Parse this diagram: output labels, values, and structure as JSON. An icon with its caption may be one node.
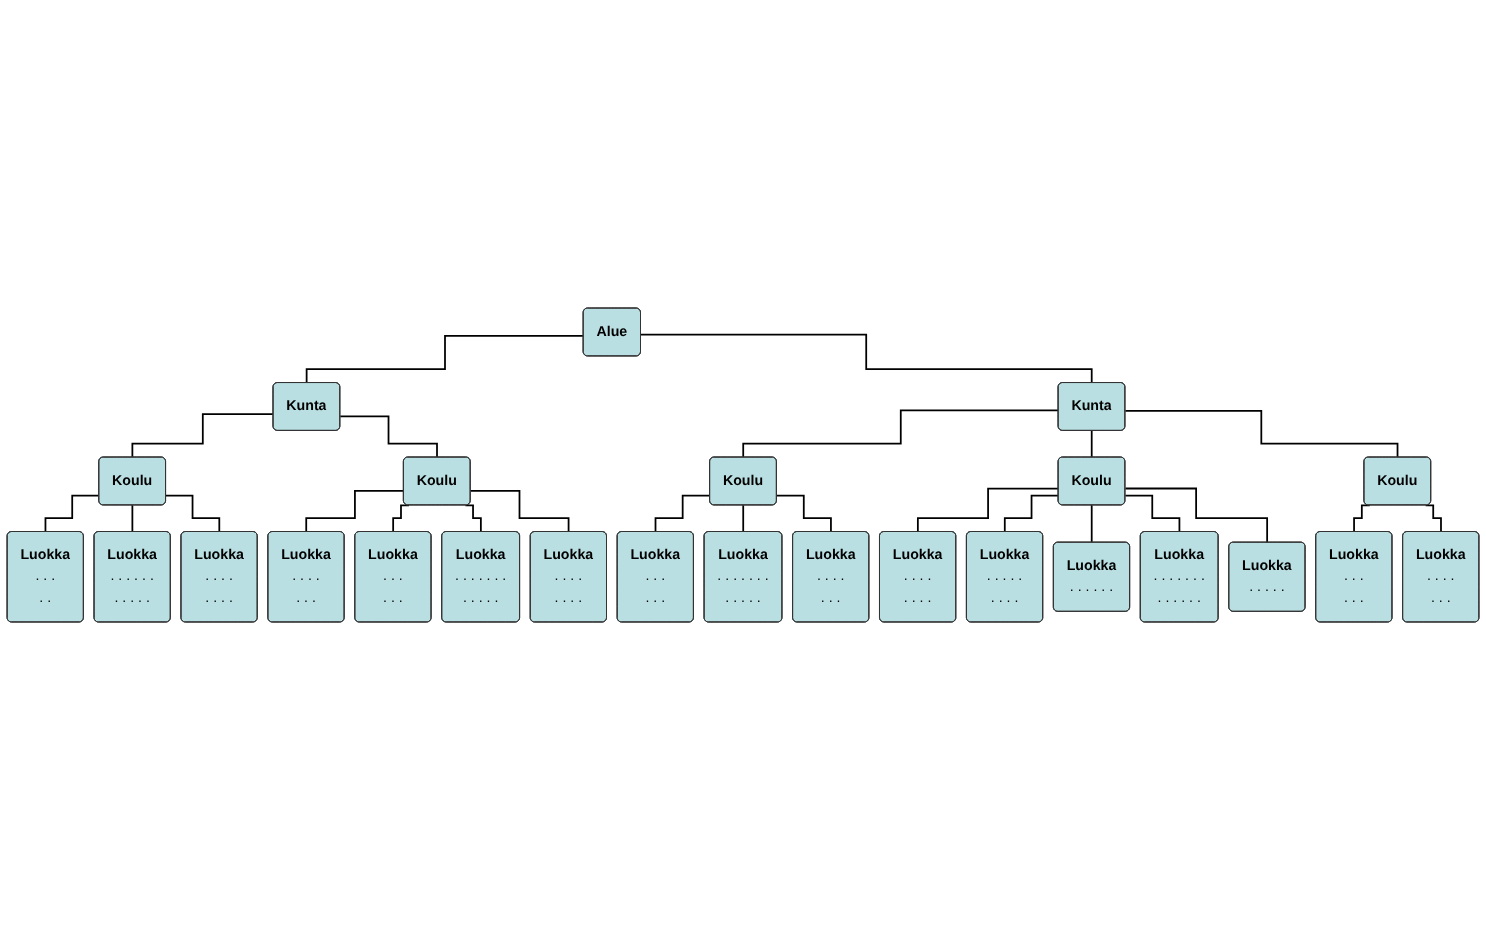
{
  "diagram": {
    "nodes": [
      {
        "text": [
          "Alue"
        ]
      },
      {
        "text": [
          "Kunta"
        ]
      },
      {
        "text": [
          "Kunta"
        ]
      },
      {
        "text": [
          "Koulu"
        ]
      },
      {
        "text": [
          "Koulu"
        ]
      },
      {
        "text": [
          "Koulu"
        ]
      },
      {
        "text": [
          "Koulu"
        ]
      },
      {
        "text": [
          "Koulu"
        ]
      },
      {
        "text": [
          "Luokka",
          ". . .",
          ". ."
        ]
      },
      {
        "text": [
          "Luokka",
          ". . . . . .",
          ". . . . ."
        ]
      },
      {
        "text": [
          "Luokka",
          ". . . .",
          ". . . ."
        ]
      },
      {
        "text": [
          "Luokka",
          ". . . .",
          ". . ."
        ]
      },
      {
        "text": [
          "Luokka",
          ". . .",
          ". . ."
        ]
      },
      {
        "text": [
          "Luokka",
          ". . . . . . .",
          ". . . . ."
        ]
      },
      {
        "text": [
          "Luokka",
          ". . . .",
          ". . . ."
        ]
      },
      {
        "text": [
          "Luokka",
          ". . .",
          ". . ."
        ]
      },
      {
        "text": [
          "Luokka",
          ". . . . . . .",
          ". . . . ."
        ]
      },
      {
        "text": [
          "Luokka",
          ". . . .",
          ". . ."
        ]
      },
      {
        "text": [
          "Luokka",
          ". . . .",
          ". . . ."
        ]
      },
      {
        "text": [
          "Luokka",
          ". . . . .",
          ". . . ."
        ]
      },
      {
        "text": [
          "Luokka",
          ". . . . . ."
        ]
      },
      {
        "text": [
          "Luokka",
          ". . . . . . .",
          ". . . . . ."
        ]
      },
      {
        "text": [
          "Luokka",
          ". . . . ."
        ]
      },
      {
        "text": [
          "Luokka",
          ". . .",
          ". . ."
        ]
      },
      {
        "text": [
          "Luokka",
          ". . . .",
          ". . ."
        ]
      }
    ],
    "edges": [
      {
        "from": 0,
        "to": 1,
        "arrow": "none"
      },
      {
        "from": 0,
        "to": 2,
        "arrow": "none"
      },
      {
        "from": 1,
        "to": 3,
        "arrow": "none"
      },
      {
        "from": 1,
        "to": 4,
        "arrow": "none"
      },
      {
        "from": 2,
        "to": 5,
        "arrow": "none"
      },
      {
        "from": 2,
        "to": 6,
        "arrow": "none"
      },
      {
        "from": 2,
        "to": 7,
        "arrow": "none"
      },
      {
        "from": 3,
        "to": 8,
        "arrow": "none"
      },
      {
        "from": 3,
        "to": 9,
        "arrow": "none"
      },
      {
        "from": 3,
        "to": 10,
        "arrow": "none"
      },
      {
        "from": 4,
        "to": 11,
        "arrow": "none"
      },
      {
        "from": 4,
        "to": 12,
        "arrow": "none"
      },
      {
        "from": 4,
        "to": 13,
        "arrow": "none"
      },
      {
        "from": 4,
        "to": 14,
        "arrow": "none"
      },
      {
        "from": 5,
        "to": 15,
        "arrow": "none"
      },
      {
        "from": 5,
        "to": 16,
        "arrow": "none"
      },
      {
        "from": 5,
        "to": 17,
        "arrow": "none"
      },
      {
        "from": 6,
        "to": 18,
        "arrow": "none"
      },
      {
        "from": 6,
        "to": 19,
        "arrow": "none"
      },
      {
        "from": 6,
        "to": 20,
        "arrow": "none"
      },
      {
        "from": 6,
        "to": 21,
        "arrow": "none"
      },
      {
        "from": 6,
        "to": 22,
        "arrow": "none"
      },
      {
        "from": 7,
        "to": 23,
        "arrow": "none"
      },
      {
        "from": 7,
        "to": 24,
        "arrow": "none"
      }
    ]
  }
}
